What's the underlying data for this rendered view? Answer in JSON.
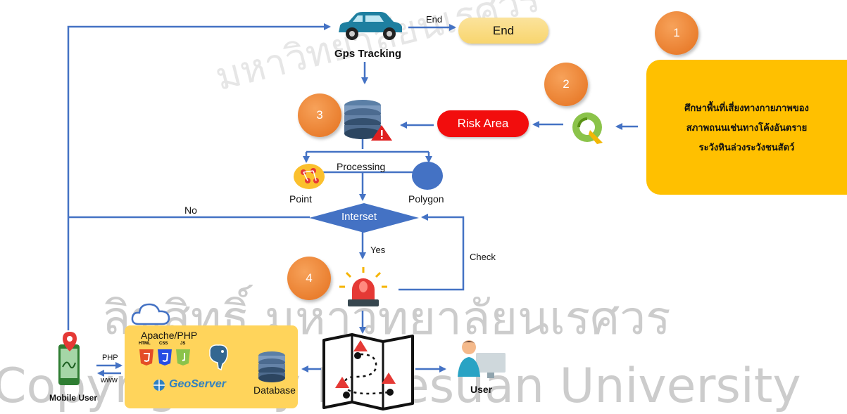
{
  "nodes": {
    "gps_tracking": "Gps Tracking",
    "end_arrow_label": "End",
    "end_box": "End",
    "risk_area": "Risk Area",
    "processing": "Processing",
    "point": "Point",
    "polygon": "Polygon",
    "interset": "Interset",
    "no_label": "No",
    "yes_label": "Yes",
    "check_label": "Check",
    "mobile_user": "Mobile User",
    "php_label": "PHP",
    "www_label": "www",
    "apache_php": "Apache/PHP",
    "geoserver": "GeoServer",
    "database": "Database",
    "user": "User",
    "html_icon_text": "HTML",
    "css_icon_text": "CSS",
    "js_icon_text": "JS"
  },
  "steps": [
    "1",
    "2",
    "3",
    "4"
  ],
  "note_lines": [
    "ศึกษาพื้นที่เสี่ยงทางกายภาพของ",
    "สภาพถนนเช่นทางโค้งอันตราย",
    "ระวังหินล่วงระวังชนสัตว์"
  ],
  "watermark": {
    "thai_top": "มหาวิทยาลัยนเรศวร",
    "thai_middle": "ลิขสิทธิ์ มหาวิทยาลัยนเรศวร",
    "english_bottom": "Copyright by Naresuan University"
  },
  "colors": {
    "arrow": "#4472c4",
    "end_box": "#f8d56e",
    "risk_box": "#f20d0d",
    "note_box": "#ffc000",
    "step_circle": "#ed7d31",
    "server_box": "#ffd45b",
    "diamond": "#4472c4"
  },
  "icons": [
    "car-icon",
    "database-warning-icon",
    "qgis-icon",
    "point-icon",
    "polygon-icon",
    "siren-icon",
    "map-icon",
    "mobile-user-icon",
    "cloud-icon",
    "html5-icon",
    "css3-icon",
    "js-icon",
    "postgresql-icon",
    "geoserver-icon",
    "database-icon",
    "user-computer-icon"
  ]
}
